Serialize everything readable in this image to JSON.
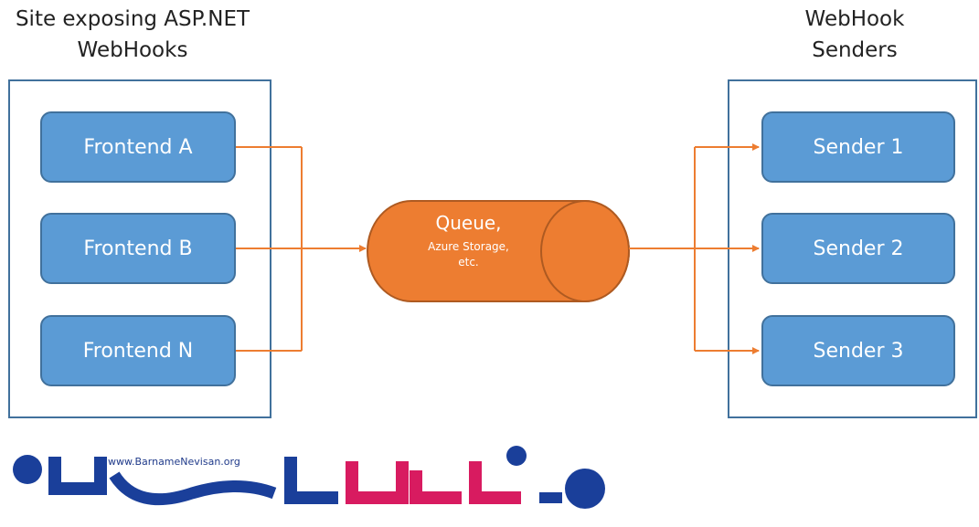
{
  "left_title": {
    "line1": "Site exposing ASP.NET",
    "line2": "WebHooks"
  },
  "right_title": {
    "line1": "WebHook",
    "line2": "Senders"
  },
  "frontends": [
    {
      "label": "Frontend A"
    },
    {
      "label": "Frontend B"
    },
    {
      "label": "Frontend N"
    }
  ],
  "senders": [
    {
      "label": "Sender 1"
    },
    {
      "label": "Sender 2"
    },
    {
      "label": "Sender 3"
    }
  ],
  "queue": {
    "title": "Queue,",
    "line2": "Azure Storage,",
    "line3": "etc."
  },
  "watermark": {
    "url": "www.BarnameNevisan.org"
  },
  "colors": {
    "node_fill": "#5b9bd5",
    "node_border": "#41719c",
    "queue_fill": "#ed7d31",
    "queue_border": "#ae5a21",
    "connector": "#ed7d31"
  }
}
